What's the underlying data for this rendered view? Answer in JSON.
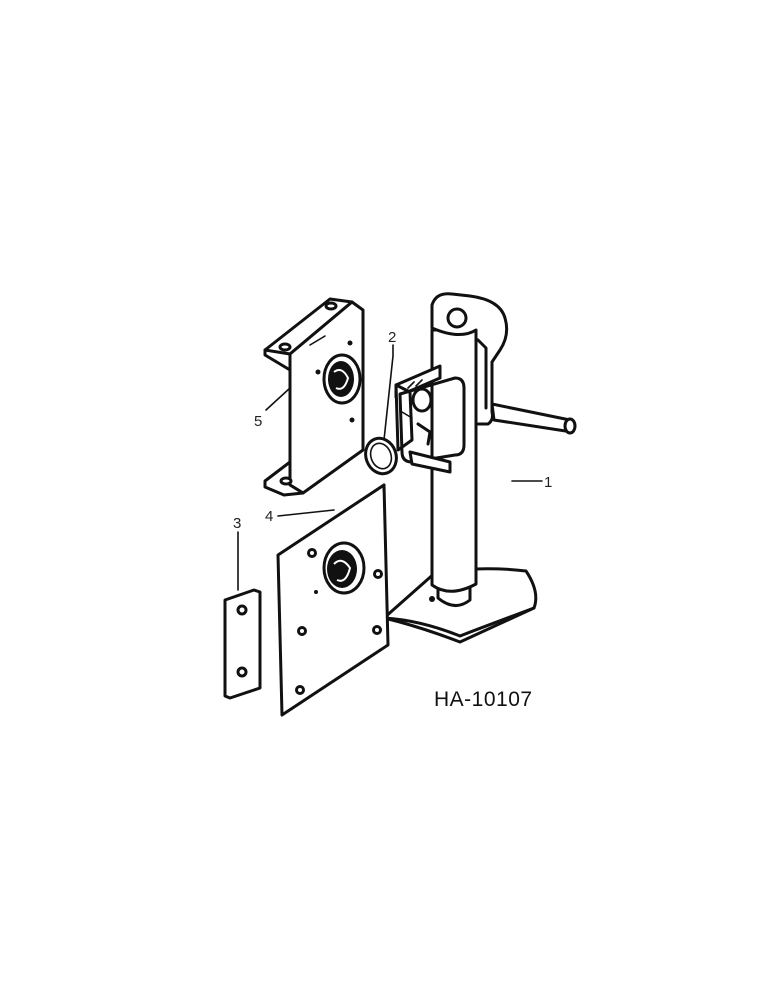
{
  "diagram": {
    "drawing_code": "HA-10107",
    "callouts": [
      "1",
      "2",
      "3",
      "4",
      "5"
    ],
    "colors": {
      "ink": "#111111",
      "paper": "#ffffff"
    }
  }
}
